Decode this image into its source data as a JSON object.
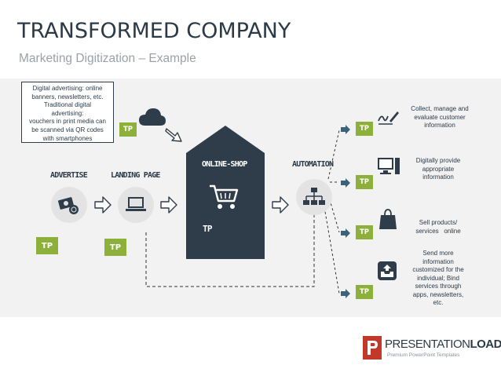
{
  "title": "TRANSFORMED COMPANY",
  "subtitle": "Marketing Digitization – Example",
  "callout_lines": [
    "Digital advertising: online",
    "banners, newsletters, etc.",
    "Traditional digital",
    "advertising:",
    "vouchers in print media can",
    "be scanned via QR codes",
    "with smartphones"
  ],
  "labels": {
    "advertise": "ADVERTISE",
    "landing_page": "LANDING PAGE",
    "online_shop": "ONLINE-SHOP",
    "automation": "AUTOMATION"
  },
  "tp_badge": "TP",
  "results": [
    {
      "lines": [
        "Collect, manage and",
        "evaluate customer",
        "information"
      ],
      "icon": "signature-icon"
    },
    {
      "lines": [
        "Digitally provide",
        "appropriate",
        "information"
      ],
      "icon": "computer-icon"
    },
    {
      "lines": [
        "Sell products/",
        "services   online"
      ],
      "icon": "shopping-bag-icon"
    },
    {
      "lines": [
        "Send more",
        "information",
        "customized for the",
        "individual; Bind",
        "services through",
        "apps, newsletters,",
        "etc."
      ],
      "icon": "inbox-icon"
    }
  ],
  "logo": {
    "brand_light": "PRESENTATION",
    "brand_bold": "LOAD",
    "trademark": "®",
    "tagline": "Premium PowerPoint Templates"
  },
  "colors": {
    "dark": "#2f3d4a",
    "green": "#8db03a",
    "panel": "#f2f2f2",
    "arrow": "#3d6178",
    "logo_red": "#c0392b"
  }
}
